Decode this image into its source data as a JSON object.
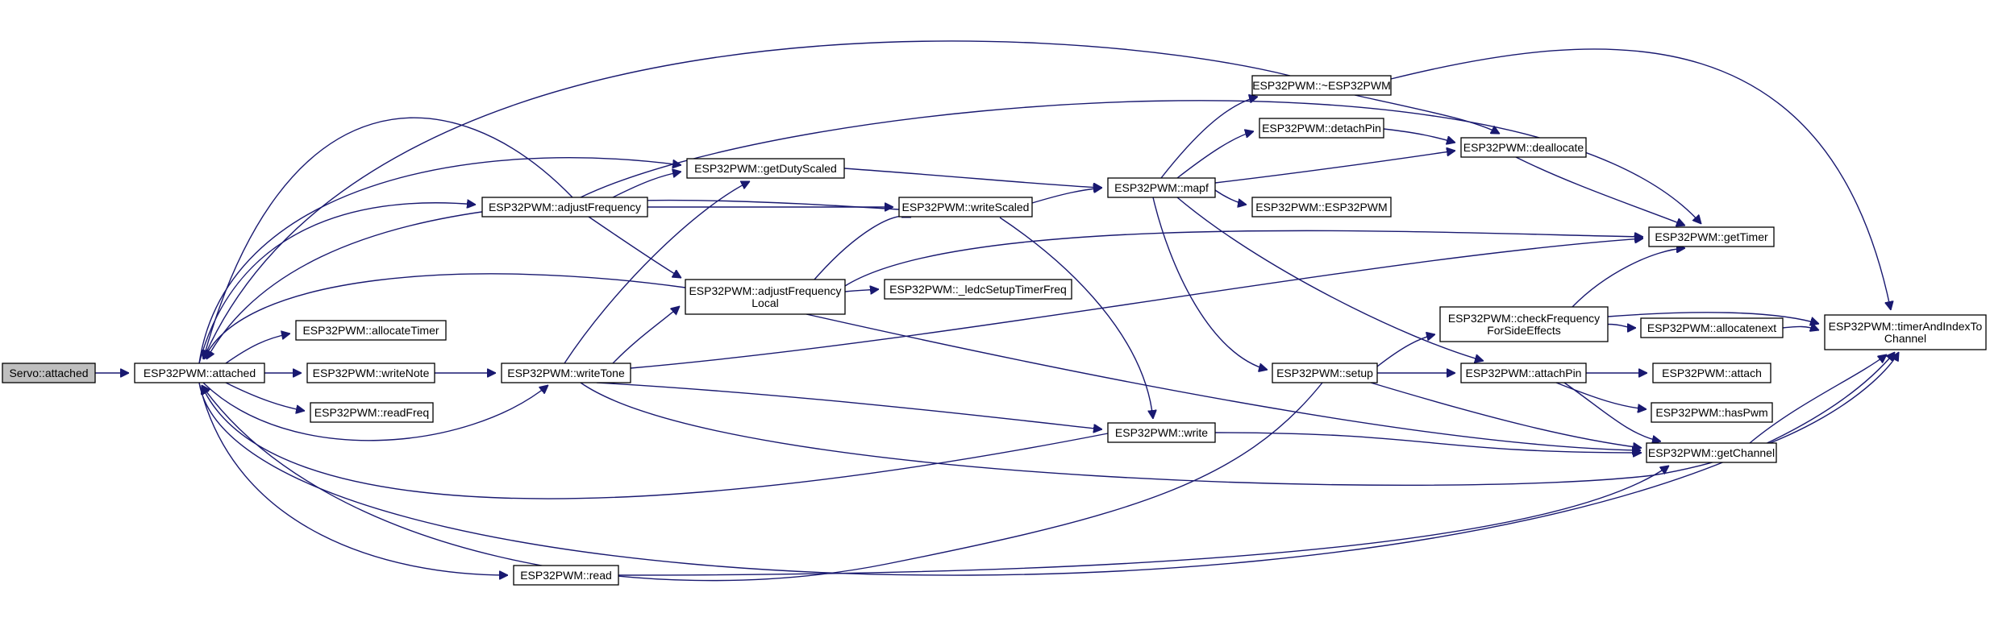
{
  "diagram": {
    "nodes": {
      "servo_attached": {
        "lines": [
          "Servo::attached"
        ],
        "root": true
      },
      "attached": {
        "lines": [
          "ESP32PWM::attached"
        ]
      },
      "allocateTimer": {
        "lines": [
          "ESP32PWM::allocateTimer"
        ]
      },
      "writeNote": {
        "lines": [
          "ESP32PWM::writeNote"
        ]
      },
      "readFreq": {
        "lines": [
          "ESP32PWM::readFreq"
        ]
      },
      "adjustFrequency": {
        "lines": [
          "ESP32PWM::adjustFrequency"
        ]
      },
      "getDutyScaled": {
        "lines": [
          "ESP32PWM::getDutyScaled"
        ]
      },
      "adjustFrequencyLocal": {
        "lines": [
          "ESP32PWM::adjustFrequency",
          "Local"
        ]
      },
      "writeTone": {
        "lines": [
          "ESP32PWM::writeTone"
        ]
      },
      "read": {
        "lines": [
          "ESP32PWM::read"
        ]
      },
      "writeScaled": {
        "lines": [
          "ESP32PWM::writeScaled"
        ]
      },
      "ledcSetupTimerFreq": {
        "lines": [
          "ESP32PWM::_ledcSetupTimerFreq"
        ]
      },
      "write": {
        "lines": [
          "ESP32PWM::write"
        ]
      },
      "mapf": {
        "lines": [
          "ESP32PWM::mapf"
        ]
      },
      "destructor": {
        "lines": [
          "ESP32PWM::~ESP32PWM"
        ]
      },
      "detachPin": {
        "lines": [
          "ESP32PWM::detachPin"
        ]
      },
      "constructor": {
        "lines": [
          "ESP32PWM::ESP32PWM"
        ]
      },
      "setup": {
        "lines": [
          "ESP32PWM::setup"
        ]
      },
      "deallocate": {
        "lines": [
          "ESP32PWM::deallocate"
        ]
      },
      "checkFreq": {
        "lines": [
          "ESP32PWM::checkFrequency",
          "ForSideEffects"
        ]
      },
      "attachPin": {
        "lines": [
          "ESP32PWM::attachPin"
        ]
      },
      "getTimer": {
        "lines": [
          "ESP32PWM::getTimer"
        ]
      },
      "allocatenext": {
        "lines": [
          "ESP32PWM::allocatenext"
        ]
      },
      "attach": {
        "lines": [
          "ESP32PWM::attach"
        ]
      },
      "hasPwm": {
        "lines": [
          "ESP32PWM::hasPwm"
        ]
      },
      "getChannel": {
        "lines": [
          "ESP32PWM::getChannel"
        ]
      },
      "timerAndIndex": {
        "lines": [
          "ESP32PWM::timerAndIndexTo",
          "Channel"
        ]
      }
    },
    "edges": [
      [
        "servo_attached",
        "attached"
      ],
      [
        "attached",
        "allocateTimer"
      ],
      [
        "attached",
        "writeNote"
      ],
      [
        "attached",
        "readFreq"
      ],
      [
        "attached",
        "adjustFrequency"
      ],
      [
        "attached",
        "getDutyScaled"
      ],
      [
        "attached",
        "writeTone"
      ],
      [
        "attached",
        "read"
      ],
      [
        "attached",
        "timerAndIndex"
      ],
      [
        "writeNote",
        "writeTone"
      ],
      [
        "adjustFrequency",
        "getDutyScaled"
      ],
      [
        "adjustFrequency",
        "writeScaled"
      ],
      [
        "adjustFrequency",
        "adjustFrequencyLocal"
      ],
      [
        "adjustFrequency",
        "getTimer"
      ],
      [
        "adjustFrequency",
        "attached"
      ],
      [
        "writeTone",
        "getDutyScaled"
      ],
      [
        "writeTone",
        "adjustFrequencyLocal"
      ],
      [
        "writeTone",
        "write"
      ],
      [
        "writeTone",
        "getTimer"
      ],
      [
        "writeTone",
        "timerAndIndex"
      ],
      [
        "adjustFrequencyLocal",
        "writeScaled"
      ],
      [
        "adjustFrequencyLocal",
        "ledcSetupTimerFreq"
      ],
      [
        "adjustFrequencyLocal",
        "getChannel"
      ],
      [
        "adjustFrequencyLocal",
        "getTimer"
      ],
      [
        "adjustFrequencyLocal",
        "attached"
      ],
      [
        "getDutyScaled",
        "mapf"
      ],
      [
        "writeScaled",
        "mapf"
      ],
      [
        "writeScaled",
        "write"
      ],
      [
        "writeScaled",
        "attached"
      ],
      [
        "write",
        "getChannel"
      ],
      [
        "write",
        "attached"
      ],
      [
        "mapf",
        "destructor"
      ],
      [
        "mapf",
        "detachPin"
      ],
      [
        "mapf",
        "constructor"
      ],
      [
        "mapf",
        "setup"
      ],
      [
        "mapf",
        "deallocate"
      ],
      [
        "mapf",
        "attachPin"
      ],
      [
        "destructor",
        "deallocate"
      ],
      [
        "destructor",
        "attached"
      ],
      [
        "destructor",
        "timerAndIndex"
      ],
      [
        "detachPin",
        "deallocate"
      ],
      [
        "deallocate",
        "getTimer"
      ],
      [
        "setup",
        "checkFreq"
      ],
      [
        "setup",
        "attachPin"
      ],
      [
        "setup",
        "getChannel"
      ],
      [
        "setup",
        "attached"
      ],
      [
        "checkFreq",
        "getTimer"
      ],
      [
        "checkFreq",
        "allocatenext"
      ],
      [
        "checkFreq",
        "timerAndIndex"
      ],
      [
        "allocatenext",
        "timerAndIndex"
      ],
      [
        "attachPin",
        "attach"
      ],
      [
        "attachPin",
        "hasPwm"
      ],
      [
        "attachPin",
        "getChannel"
      ],
      [
        "getChannel",
        "timerAndIndex"
      ],
      [
        "read",
        "getChannel"
      ]
    ]
  }
}
